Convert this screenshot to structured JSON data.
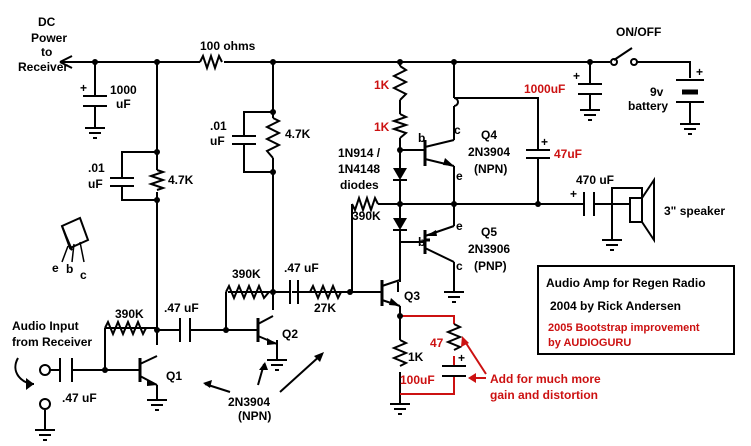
{
  "labels": {
    "dc_power_1": "DC",
    "dc_power_2": "Power",
    "dc_power_3": "to",
    "dc_power_4": "Receiver",
    "r_100ohm": "100 ohms",
    "switch": "ON/OFF",
    "battery_1": "9v",
    "battery_2": "battery",
    "c_1000uf_a": "1000",
    "c_1000uf_b": "uF",
    "c_1000uf_red": "1000uF",
    "c01_left_a": ".01",
    "c01_left_b": "uF",
    "r_4k7_left": "4.7K",
    "c01_mid_a": ".01",
    "c01_mid_b": "uF",
    "r_4k7_mid": "4.7K",
    "r_1k_top": "1K",
    "r_1k_mid": "1K",
    "q4_name": "Q4",
    "q4_part": "2N3904",
    "q4_type": "(NPN)",
    "c_47uf": "47uF",
    "diodes_1": "1N914 /",
    "diodes_2": "1N4148",
    "diodes_3": "diodes",
    "c_470uf": "470 uF",
    "speaker": "3\" speaker",
    "r_390k_top": "390K",
    "q5_name": "Q5",
    "q5_part": "2N3906",
    "q5_type": "(PNP)",
    "pin_e": "e",
    "pin_b": "b",
    "pin_c": "c",
    "r_390k_q2": "390K",
    "c_47_q3": ".47 uF",
    "r_27k": "27K",
    "q3_name": "Q3",
    "r_390k_q1": "390K",
    "c_47_q2": ".47 uF",
    "q2_name": "Q2",
    "q1_name": "Q1",
    "input_1": "Audio Input",
    "input_2": "from Receiver",
    "c_47_in": ".47 uF",
    "transistor_note_1": "2N3904",
    "transistor_note_2": "(NPN)",
    "r_1k_q3": "1K",
    "r_47": "47",
    "c_100uf": "100uF",
    "note_1": "Add for much more",
    "note_2": "gain and distortion",
    "box_title": "Audio Amp for Regen Radio",
    "box_author": "2004 by Rick Andersen",
    "box_improve_1": "2005 Bootstrap improvement",
    "box_improve_2": "by AUDIOGURU"
  },
  "colors": {
    "ink": "#000000",
    "highlight": "#cc1111",
    "background": "#ffffff"
  }
}
